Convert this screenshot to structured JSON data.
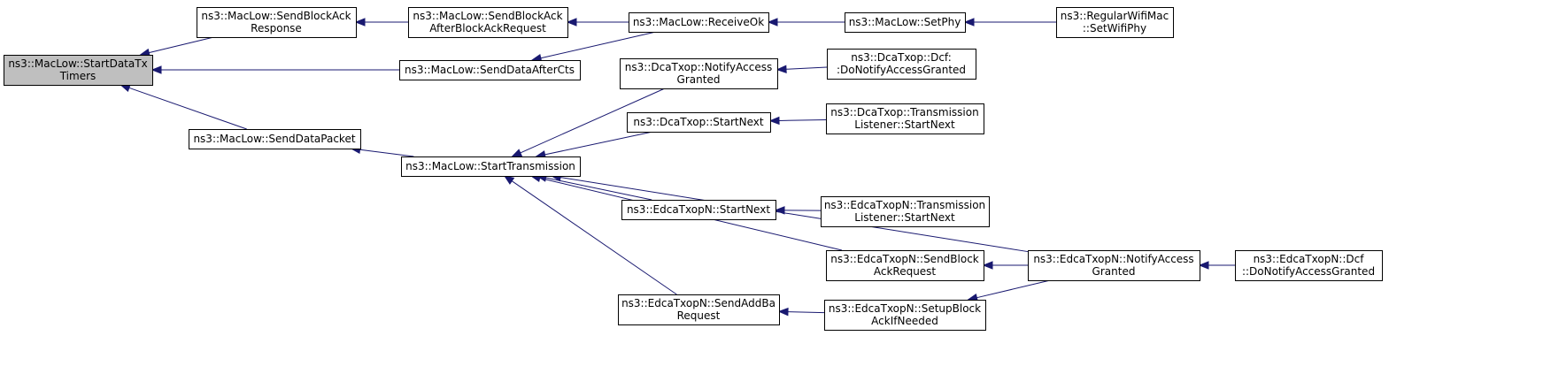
{
  "nodes": [
    {
      "id": "root",
      "lines": [
        "ns3::MacLow::StartDataTx",
        "Timers"
      ],
      "root": true
    },
    {
      "id": "sbar",
      "lines": [
        "ns3::MacLow::SendBlockAck",
        "Response"
      ]
    },
    {
      "id": "sbaabar",
      "lines": [
        "ns3::MacLow::SendBlockAck",
        "AfterBlockAckRequest"
      ]
    },
    {
      "id": "rok",
      "lines": [
        "ns3::MacLow::ReceiveOk"
      ]
    },
    {
      "id": "setphy",
      "lines": [
        "ns3::MacLow::SetPhy"
      ]
    },
    {
      "id": "rwm",
      "lines": [
        "ns3::RegularWifiMac",
        "::SetWifiPhy"
      ]
    },
    {
      "id": "sdac",
      "lines": [
        "ns3::MacLow::SendDataAfterCts"
      ]
    },
    {
      "id": "sdp",
      "lines": [
        "ns3::MacLow::SendDataPacket"
      ]
    },
    {
      "id": "stx",
      "lines": [
        "ns3::MacLow::StartTransmission"
      ]
    },
    {
      "id": "dtna",
      "lines": [
        "ns3::DcaTxop::NotifyAccess",
        "Granted"
      ]
    },
    {
      "id": "dtdna",
      "lines": [
        "ns3::DcaTxop::Dcf:",
        ":DoNotifyAccessGranted"
      ]
    },
    {
      "id": "dtsn",
      "lines": [
        "ns3::DcaTxop::StartNext"
      ]
    },
    {
      "id": "dttl",
      "lines": [
        "ns3::DcaTxop::Transmission",
        "Listener::StartNext"
      ]
    },
    {
      "id": "esn",
      "lines": [
        "ns3::EdcaTxopN::StartNext"
      ]
    },
    {
      "id": "etl",
      "lines": [
        "ns3::EdcaTxopN::Transmission",
        "Listener::StartNext"
      ]
    },
    {
      "id": "esbar",
      "lines": [
        "ns3::EdcaTxopN::SendBlock",
        "AckRequest"
      ]
    },
    {
      "id": "ena",
      "lines": [
        "ns3::EdcaTxopN::NotifyAccess",
        "Granted"
      ]
    },
    {
      "id": "edna",
      "lines": [
        "ns3::EdcaTxopN::Dcf",
        "::DoNotifyAccessGranted"
      ]
    },
    {
      "id": "esab",
      "lines": [
        "ns3::EdcaTxopN::SendAddBa",
        "Request"
      ]
    },
    {
      "id": "esbi",
      "lines": [
        "ns3::EdcaTxopN::SetupBlock",
        "AckIfNeeded"
      ]
    }
  ],
  "edges": [
    {
      "from": "sbar",
      "to": "root"
    },
    {
      "from": "sdac",
      "to": "root"
    },
    {
      "from": "sdp",
      "to": "root"
    },
    {
      "from": "sbaabar",
      "to": "sbar"
    },
    {
      "from": "rok",
      "to": "sbaabar"
    },
    {
      "from": "rok",
      "to": "sdac"
    },
    {
      "from": "setphy",
      "to": "rok"
    },
    {
      "from": "rwm",
      "to": "setphy"
    },
    {
      "from": "stx",
      "to": "sdp"
    },
    {
      "from": "dtna",
      "to": "stx"
    },
    {
      "from": "dtsn",
      "to": "stx"
    },
    {
      "from": "ena",
      "to": "stx"
    },
    {
      "from": "esn",
      "to": "stx"
    },
    {
      "from": "esbar",
      "to": "stx"
    },
    {
      "from": "esab",
      "to": "stx"
    },
    {
      "from": "dtdna",
      "to": "dtna"
    },
    {
      "from": "dttl",
      "to": "dtsn"
    },
    {
      "from": "etl",
      "to": "esn"
    },
    {
      "from": "ena",
      "to": "esbar"
    },
    {
      "from": "ena",
      "to": "esbi"
    },
    {
      "from": "esbi",
      "to": "esab"
    },
    {
      "from": "edna",
      "to": "ena"
    }
  ],
  "colors": {
    "edge": "#191970",
    "node_border": "#000000",
    "node_fill": "#ffffff",
    "root_fill": "#bfbfbf"
  }
}
